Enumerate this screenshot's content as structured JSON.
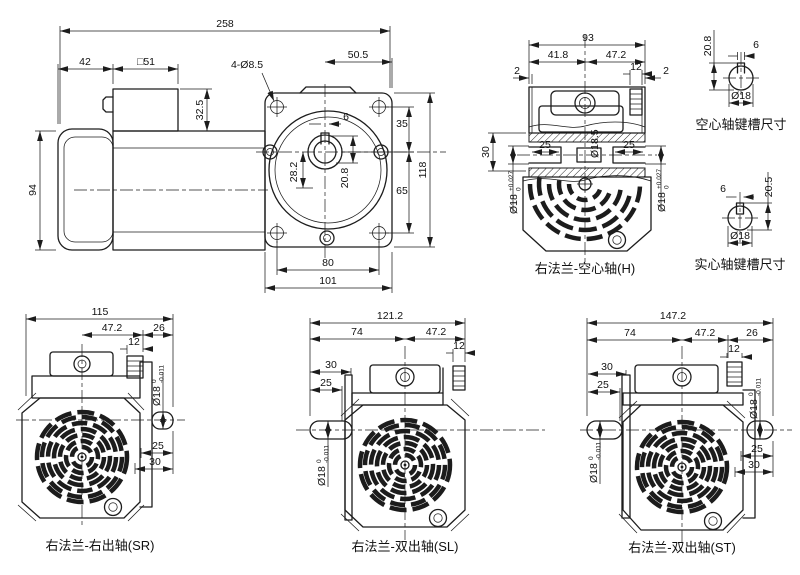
{
  "views": {
    "side": {
      "dims": {
        "overall": "258",
        "seg": "42",
        "box": "□51",
        "box_h": "32.5",
        "dia": "94"
      }
    },
    "front": {
      "dims": {
        "holes": "4-Ø8.5",
        "half_r": "50.5",
        "key_w": "6",
        "up": "35",
        "h": "118",
        "c1": "28.2",
        "c2": "20.8",
        "dn": "65",
        "span": "80",
        "w": "101"
      }
    },
    "hview": {
      "caption": "右法兰-空心轴(H)",
      "dims": {
        "overall": "93",
        "l": "41.8",
        "r": "47.2",
        "tl": "2",
        "hub": "12",
        "tr": "2",
        "sech": "30",
        "b1": "25",
        "bc": "Ø18.5",
        "b2": "25",
        "dia": "Ø18",
        "tu": "+0.027",
        "td": "0"
      }
    },
    "key_hollow": {
      "caption": "空心轴键槽尺寸",
      "dims": {
        "h": "20.8",
        "w": "6",
        "dia": "Ø18"
      }
    },
    "key_solid": {
      "caption": "实心轴键槽尺寸",
      "dims": {
        "h": "20.5",
        "w": "6",
        "dia": "Ø18"
      }
    },
    "sr": {
      "caption": "右法兰-右出轴(SR)",
      "dims": {
        "overall": "115",
        "a": "47.2",
        "b": "26",
        "hub": "12",
        "d25": "25",
        "d30": "30",
        "dia": "Ø18",
        "tu": "0",
        "td": "-0.011"
      }
    },
    "sl": {
      "caption": "右法兰-双出轴(SL)",
      "dims": {
        "overall": "121.2",
        "a": "74",
        "b": "47.2",
        "hub": "12",
        "d30": "30",
        "d25": "25",
        "dia": "Ø18",
        "tu": "0",
        "td": "-0.011"
      }
    },
    "st": {
      "caption": "右法兰-双出轴(ST)",
      "dims": {
        "overall": "147.2",
        "a": "74",
        "b": "47.2",
        "c": "26",
        "hub": "12",
        "l30": "30",
        "l25": "25",
        "r25": "25",
        "r30": "30",
        "dia": "Ø18",
        "tu": "0",
        "td": "-0.011"
      }
    }
  }
}
